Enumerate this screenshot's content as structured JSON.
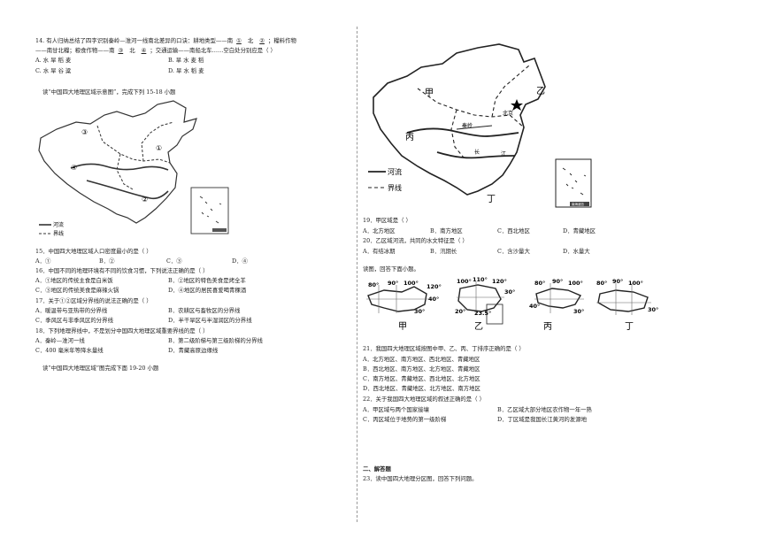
{
  "left": {
    "q14": {
      "line1": "14. 有人归纳总结了四字识别秦岭—淮河一线南北差异的口诀：耕地类型——南",
      "blank1": "①",
      "mid1": "北",
      "blank2": "②",
      "tail1": "；糧料作物",
      "line2a": "——南甘北糧；粮食作物——南",
      "blank3": "③",
      "mid2": "北",
      "blank4": "④",
      "line2b": "；交通运输——南船北车……空白处分别应是（        ）",
      "options": [
        {
          "l": "A. 水  旱  稻  麦",
          "r": "B. 旱  水  麦  稻"
        },
        {
          "l": "C. 水  旱  谷  粱",
          "r": "D. 旱  水  稻  麦"
        }
      ]
    },
    "map1_intro": "读“中国四大地理区域示意图”，完成下列 15-18 小题",
    "map1": {
      "region_labels": [
        "①",
        "②",
        "③",
        "④"
      ],
      "legend_river": "河流",
      "legend_border": "界线"
    },
    "q15": {
      "stem": "15．中国四大地理区域人口密度最小的是（        ）",
      "options": [
        "A．①",
        "B．②",
        "C．③",
        "D．④"
      ]
    },
    "q16": {
      "stem": "16．中国不同的地理环境有不同的饮食习惯，下列说法正确的是（        ）",
      "options": [
        {
          "l": "A．①地区的传统主食是白米饭",
          "r": "B．②地区的特色美食是烤全羊"
        },
        {
          "l": "C．③地区的传统美食是麻辣火锅",
          "r": "D．④地区的居民喜爱喝青稞酒"
        }
      ]
    },
    "q17": {
      "stem": "17．关于①②区域分界线的说法正确的是（        ）",
      "options": [
        {
          "l": "A．暖温带与亚热带的分界线",
          "r": "B．农耕区与畜牧区的分界线"
        },
        {
          "l": "C．季风区与非季风区的分界线",
          "r": "D．半干旱区与半湿润区的分界线"
        }
      ]
    },
    "q18": {
      "stem": "18．下列地理界线中，不是划分中国四大地理区域重要界线的是（        ）",
      "options": [
        {
          "l": "A．秦岭—淮河一线",
          "r": "B．第二级阶梯与第三级阶梯的分界线"
        },
        {
          "l": "C．400 毫米年等降水量线",
          "r": "D．青藏高原边缘线"
        }
      ]
    },
    "map2_intro": "读”中国四大地理区域”图完成下面 19-20 小题"
  },
  "right": {
    "map2": {
      "labels": {
        "jia": "甲",
        "yi": "乙",
        "bing": "丙",
        "ding": "丁",
        "beijing": "北京",
        "qinling": "秦岭",
        "chang": "长",
        "jiang": "江"
      },
      "legend_river": "河流",
      "legend_border": "界线",
      "inset_label": "南海诸岛"
    },
    "q19": {
      "stem": "19．甲区域是（        ）",
      "options": [
        "A．北方地区",
        "B．南方地区",
        "C．西北地区",
        "D．青藏地区"
      ]
    },
    "q20": {
      "stem": "20．乙区域河流，共同的水文特征是（        ）",
      "options": [
        "A．有结冰期",
        "B．汛期长",
        "C．含沙量大",
        "D．水量大"
      ]
    },
    "shapes_intro": "读图，回答下面小题。",
    "shapes": [
      {
        "name": "甲",
        "ticks": [
          "80°",
          "90°",
          "100°",
          "120°",
          "40°",
          "30°"
        ]
      },
      {
        "name": "乙",
        "ticks": [
          "100°",
          "110°",
          "120°",
          "30°",
          "20°",
          "23.5°"
        ]
      },
      {
        "name": "丙",
        "ticks": [
          "80°",
          "90°",
          "100°",
          "40°",
          "30°"
        ]
      },
      {
        "name": "丁",
        "ticks": [
          "80°",
          "90°",
          "100°",
          "30°"
        ]
      }
    ],
    "q21": {
      "stem": "21．我国四大地理区域按图中甲、乙、丙、丁排序正确的是（        ）",
      "options": [
        "A．北方地区、南方地区、西北地区、青藏地区",
        "B．西北地区、南方地区、北方地区、青藏地区",
        "C．南方地区、青藏地区、西北地区、北方地区",
        "D．西北地区、青藏地区、北方地区、南方地区"
      ]
    },
    "q22": {
      "stem": "22．关于我国四大地理区域的叙述正确的是（        ）",
      "options": [
        {
          "l": "A．甲区域与两个国家接壤",
          "r": "B．乙区域大部分地区农作物一年一熟"
        },
        {
          "l": "C．丙区域位于地势的第一级阶梯",
          "r": "D．丁区域是我国长江黄河的发源地"
        }
      ]
    },
    "section2": "二、解答题",
    "q23": "23．读中国四大地理分区图，回答下列问题。"
  }
}
